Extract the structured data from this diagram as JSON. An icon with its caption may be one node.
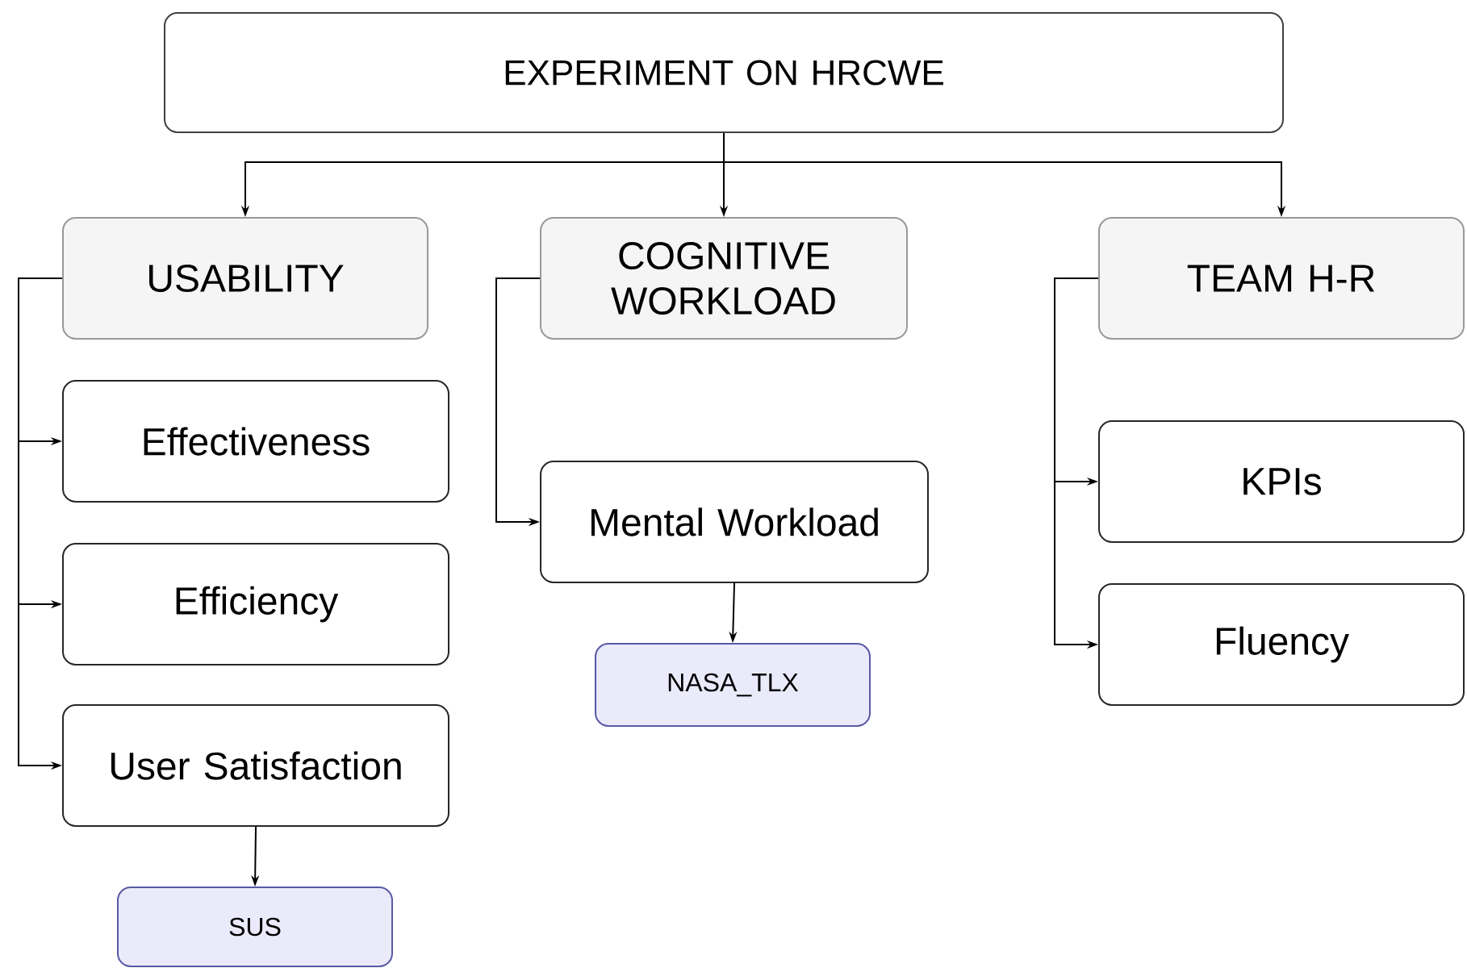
{
  "diagram": {
    "nodes": [
      {
        "text": [
          "EXPERIMENT ON HRCWE"
        ]
      },
      {
        "text": [
          "USABILITY"
        ]
      },
      {
        "text": [
          "COGNITIVE WORKLOAD"
        ]
      },
      {
        "text": [
          "TEAM H-R"
        ]
      },
      {
        "text": [
          "Effectiveness"
        ]
      },
      {
        "text": [
          "Efficiency"
        ]
      },
      {
        "text": [
          "User Satisfaction"
        ]
      },
      {
        "text": [
          "SUS"
        ]
      },
      {
        "text": [
          "Mental Workload"
        ]
      },
      {
        "text": [
          "NASA_TLX"
        ]
      },
      {
        "text": [
          "KPIs"
        ]
      },
      {
        "text": [
          "Fluency"
        ]
      }
    ],
    "edges": [
      {
        "from": 0,
        "to": 1,
        "arrow": "to"
      },
      {
        "from": 0,
        "to": 2,
        "arrow": "to"
      },
      {
        "from": 0,
        "to": 3,
        "arrow": "to"
      },
      {
        "from": 1,
        "to": 4,
        "arrow": "to"
      },
      {
        "from": 1,
        "to": 5,
        "arrow": "to"
      },
      {
        "from": 1,
        "to": 6,
        "arrow": "to"
      },
      {
        "from": 2,
        "to": 8,
        "arrow": "to"
      },
      {
        "from": 6,
        "to": 7,
        "arrow": "to"
      },
      {
        "from": 8,
        "to": 9,
        "arrow": "to"
      },
      {
        "from": 3,
        "to": 10,
        "arrow": "to"
      },
      {
        "from": 3,
        "to": 11,
        "arrow": "to"
      }
    ]
  }
}
